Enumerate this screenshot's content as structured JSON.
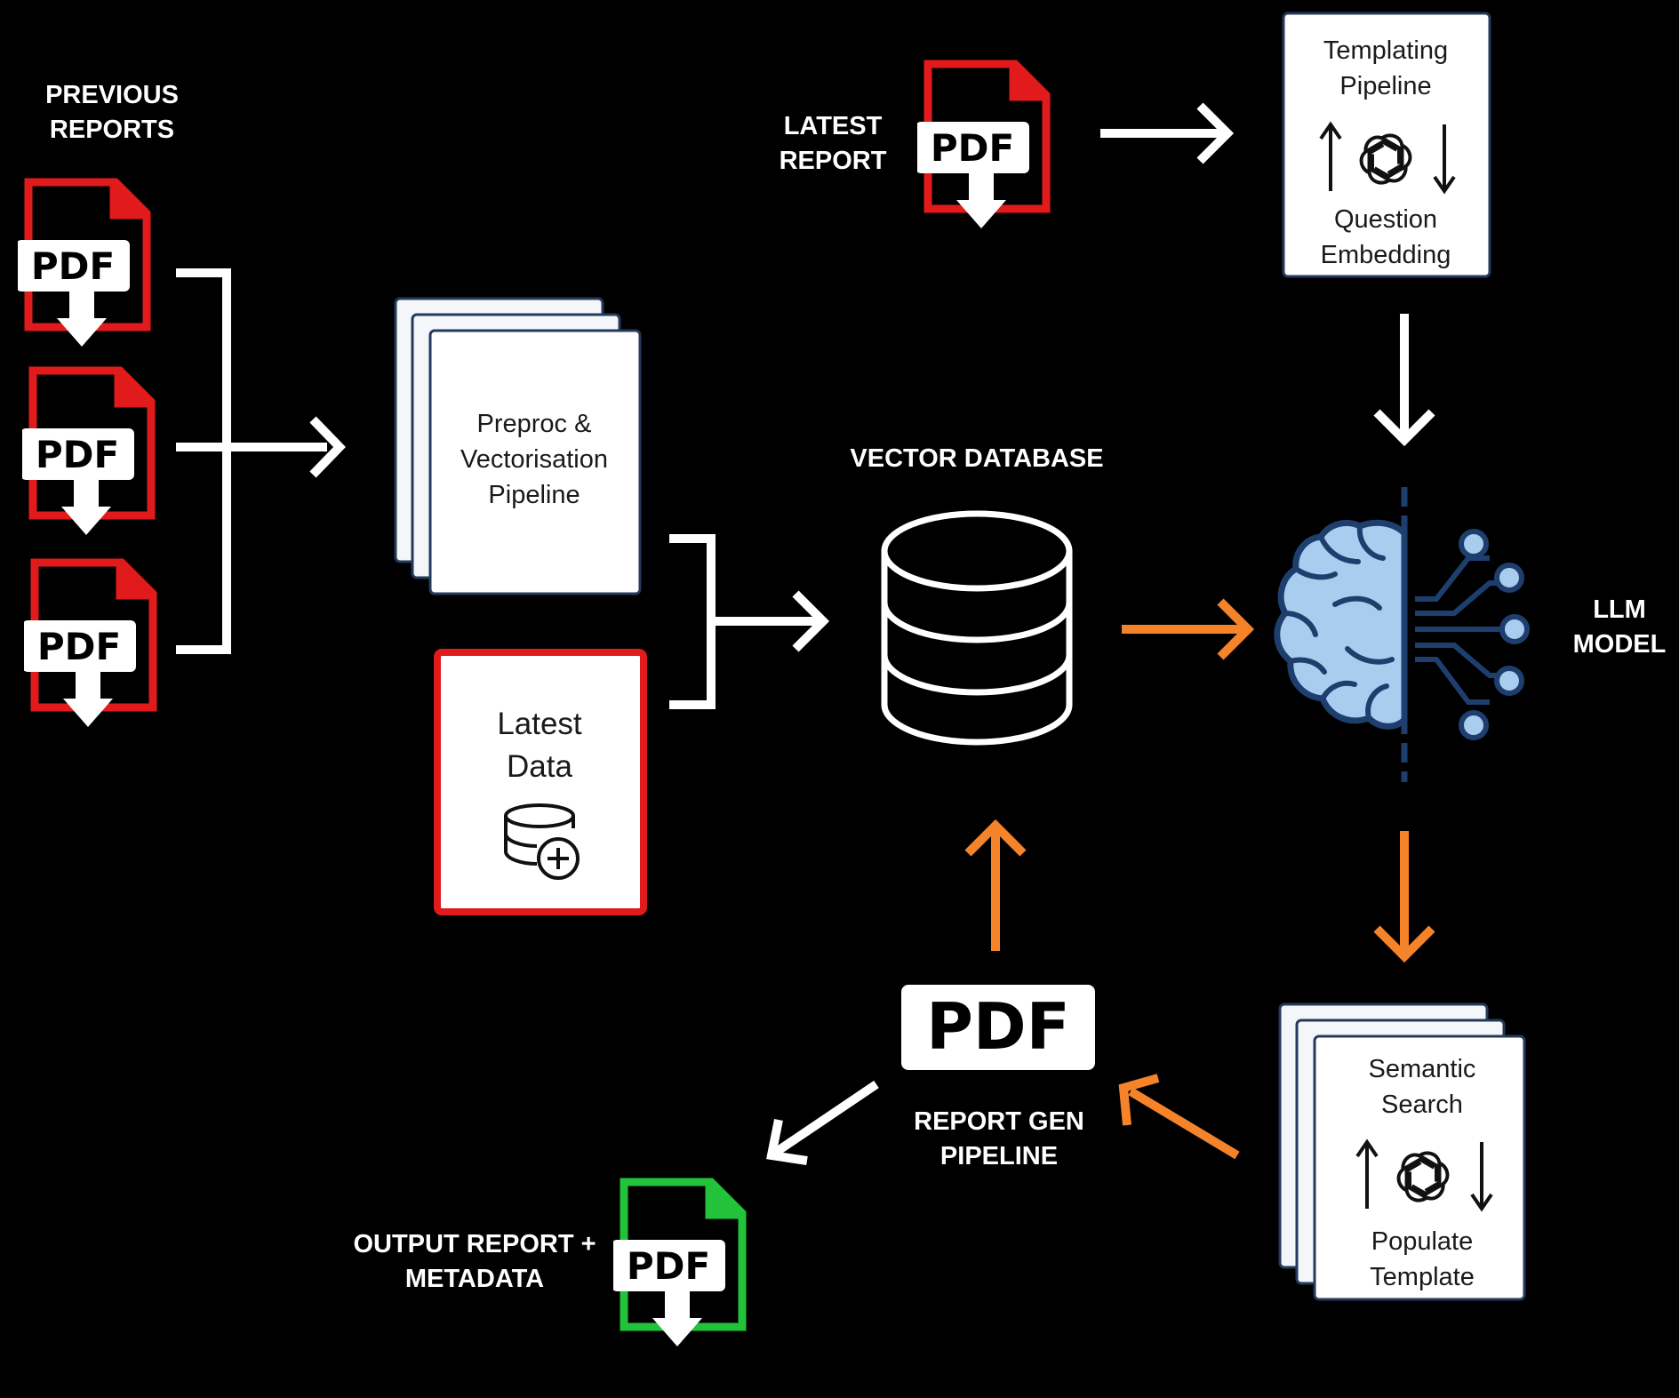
{
  "labels": {
    "previous_reports": [
      "PREVIOUS",
      "REPORTS"
    ],
    "latest_report": [
      "LATEST",
      "REPORT"
    ],
    "vector_database": "VECTOR DATABASE",
    "llm_model": [
      "LLM",
      "MODEL"
    ],
    "report_gen_pipeline": [
      "REPORT GEN",
      "PIPELINE"
    ],
    "output_report": [
      "OUTPUT REPORT +",
      "METADATA"
    ]
  },
  "boxes": {
    "preproc": [
      "Preproc &",
      "Vectorisation",
      "Pipeline"
    ],
    "latest_data": [
      "Latest",
      "Data"
    ],
    "templating": {
      "top": [
        "Templating",
        "Pipeline"
      ],
      "bottom": [
        "Question",
        "Embedding"
      ]
    },
    "semantic": {
      "top": [
        "Semantic",
        "Search"
      ],
      "bottom": [
        "Populate",
        "Template"
      ]
    }
  },
  "pdf_text": "PDF",
  "icons": [
    "pdf-document-icon",
    "database-icon",
    "database-add-icon",
    "openai-logo-icon",
    "brain-circuit-icon",
    "arrow-icon"
  ],
  "colors": {
    "background": "#000000",
    "pdf_red": "#e11b1b",
    "pdf_green": "#22c33a",
    "arrow_white": "#ffffff",
    "arrow_orange": "#f5832a",
    "brain_fill": "#a9cdee",
    "brain_stroke": "#1e3f6e"
  }
}
